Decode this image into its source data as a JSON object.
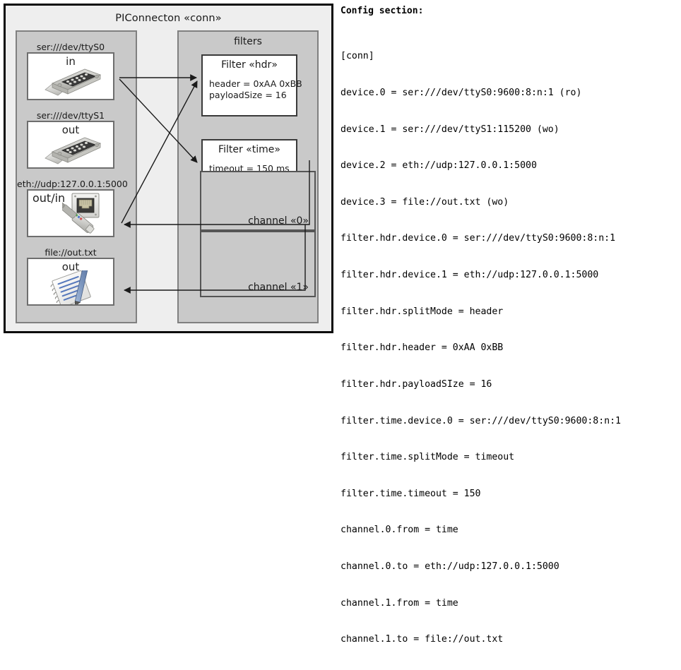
{
  "diagram": {
    "title": "PIConnecton «conn»",
    "devices_group": {
      "items": [
        {
          "label": "ser:///dev/ttyS0",
          "direction": "in",
          "icon": "serial-port-icon"
        },
        {
          "label": "ser:///dev/ttyS1",
          "direction": "out",
          "icon": "serial-port-icon"
        },
        {
          "label": "eth://udp:127.0.0.1:5000",
          "direction": "out/in",
          "icon": "ethernet-jack-icon"
        },
        {
          "label": "file://out.txt",
          "direction": "out",
          "icon": "text-document-icon"
        }
      ]
    },
    "filters_group": {
      "title": "filters",
      "filters": [
        {
          "title": "Filter «hdr»",
          "props": [
            "header = 0xAA 0xBB",
            "payloadSize = 16"
          ]
        },
        {
          "title": "Filter «time»",
          "props": [
            "timeout = 150 ms"
          ]
        }
      ],
      "channels": [
        {
          "label": "channel «0»"
        },
        {
          "label": "channel «1»"
        }
      ]
    }
  },
  "config": {
    "heading": "Config section:",
    "lines": [
      "[conn]",
      "device.0 = ser:///dev/ttyS0:9600:8:n:1 (ro)",
      "device.1 = ser:///dev/ttyS1:115200 (wo)",
      "device.2 = eth://udp:127.0.0.1:5000",
      "device.3 = file://out.txt (wo)",
      "filter.hdr.device.0 = ser:///dev/ttyS0:9600:8:n:1",
      "filter.hdr.device.1 = eth://udp:127.0.0.1:5000",
      "filter.hdr.splitMode = header",
      "filter.hdr.header = 0xAA 0xBB",
      "filter.hdr.payloadSIze = 16",
      "filter.time.device.0 = ser:///dev/ttyS0:9600:8:n:1",
      "filter.time.splitMode = timeout",
      "filter.time.timeout = 150",
      "channel.0.from = time",
      "channel.0.to = eth://udp:127.0.0.1:5000",
      "channel.1.from = time",
      "channel.1.to = file://out.txt"
    ]
  },
  "colors": {
    "panel_fill": "#c9c9c9",
    "frame_fill": "#eeeeee",
    "frame_border": "#0a0a0a",
    "card_fill": "#ffffff",
    "line": "#1a1a1a"
  }
}
